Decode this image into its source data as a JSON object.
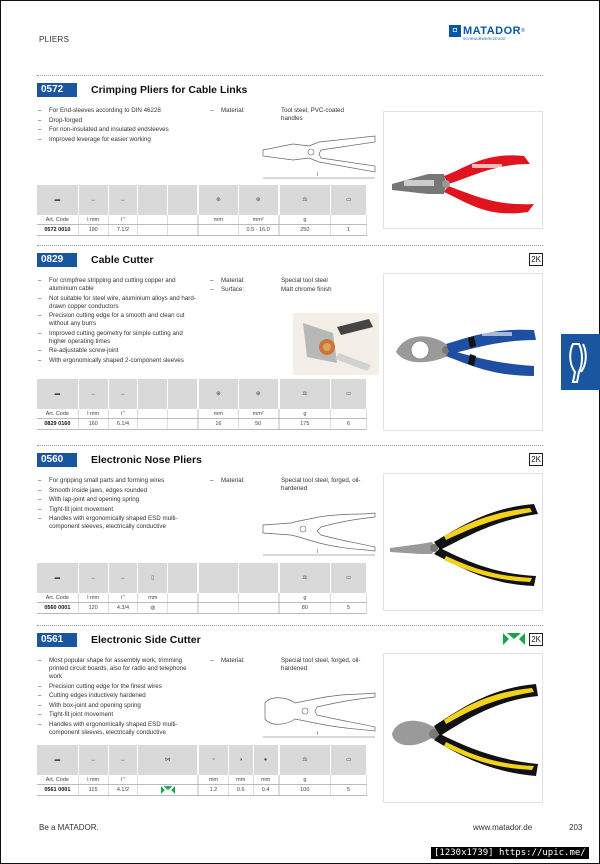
{
  "page": {
    "category": "PLIERS",
    "brand": "MATADOR",
    "brand_sub": "SCHRAUBWERKZEUGE",
    "footer_left": "Be a MATADOR.",
    "footer_url": "www.matador.de",
    "page_number": "203",
    "credit": "[1230x1739] https://upic.me/"
  },
  "sections": [
    {
      "code": "0572",
      "title": "Crimping Pliers for Cable Links",
      "tag": "",
      "features": [
        "For End-sleeves according to DIN 46228",
        "Drop-forged",
        "For non-insulated and insulated endsleeves",
        "Improved leverage for easier working"
      ],
      "material": [
        {
          "k": "Material:",
          "v": "Tool steel, PVC-coated handles"
        }
      ],
      "table": {
        "units": [
          "Art. Code",
          "l mm",
          "l \"",
          "",
          "",
          "",
          "mm",
          "mm²",
          "",
          "g",
          ""
        ],
        "values": [
          "0572 0010",
          "190",
          "7.1/2",
          "",
          "",
          "",
          "",
          "0.5 - 16.0",
          "",
          "250",
          "1"
        ]
      }
    },
    {
      "code": "0829",
      "title": "Cable Cutter",
      "tag": "2K",
      "features": [
        "For crimpfree stripping and cutting copper and aluminium cable",
        "Not suitable for steel wire, aluminium alloys and hard-drawn copper conductors",
        "Precision cutting edge for a smooth and clean cut without any burrs",
        "Improved cutting geometry for simple cutting and higher operating times",
        "Re-adjustable screw-joint",
        "With ergonomically shaped 2-component sleeves"
      ],
      "material": [
        {
          "k": "Material:",
          "v": "Special tool steel"
        },
        {
          "k": "Surface:",
          "v": "Matt chrome finish"
        }
      ],
      "table": {
        "units": [
          "Art. Code",
          "l mm",
          "l \"",
          "",
          "",
          "",
          "mm",
          "mm²",
          "",
          "g",
          ""
        ],
        "values": [
          "0829 0160",
          "160",
          "6.1/4",
          "",
          "",
          "",
          "16",
          "50",
          "",
          "175",
          "6"
        ]
      }
    },
    {
      "code": "0560",
      "title": "Electronic Nose Pliers",
      "tag": "2K",
      "features": [
        "For gripping small parts and forming wires",
        "Smooth inside jaws, edges rounded",
        "With lap-joint and opening spring",
        "Tight-fit joint movement",
        "Handles with ergonomically shaped ESD multi-component sleeves, electrically conductive"
      ],
      "material": [
        {
          "k": "Material:",
          "v": "Special tool steel, forged, oil-hardened"
        }
      ],
      "table": {
        "units": [
          "Art. Code",
          "l mm",
          "l \"",
          "mm",
          "",
          "",
          "",
          "",
          "",
          "g",
          ""
        ],
        "values": [
          "0560 0001",
          "120",
          "4.3/4",
          "",
          "",
          "",
          "",
          "",
          "",
          "80",
          "5"
        ]
      }
    },
    {
      "code": "0561",
      "title": "Electronic Side Cutter",
      "tag": "2K",
      "features": [
        "Most popular shape for assembly work, trimming printed circuit boards, also for radio and telephone work",
        "Precision cutting edge for the finest wires",
        "Cutting edges inductively hardened",
        "With box-joint and opening spring",
        "Tight-fit joint movement",
        "Handles with ergonomically shaped ESD multi-component sleeves, electrically conductive"
      ],
      "material": [
        {
          "k": "Material:",
          "v": "Special tool steel, forged, oil-hardened"
        }
      ],
      "table": {
        "units": [
          "Art. Code",
          "l mm",
          "l \"",
          "",
          "",
          "mm",
          "mm",
          "mm",
          "",
          "g",
          ""
        ],
        "values": [
          "0561 0001",
          "115",
          "4.1/2",
          "",
          "",
          "1.2",
          "0.6",
          "0.4",
          "",
          "100",
          "5"
        ]
      }
    }
  ],
  "colors": {
    "brand_blue": "#1a55a0",
    "red_handle": "#e0141e",
    "blue_handle": "#1f4fa3",
    "yellow_handle": "#f2d21a",
    "esd_green": "#1aa34a"
  }
}
